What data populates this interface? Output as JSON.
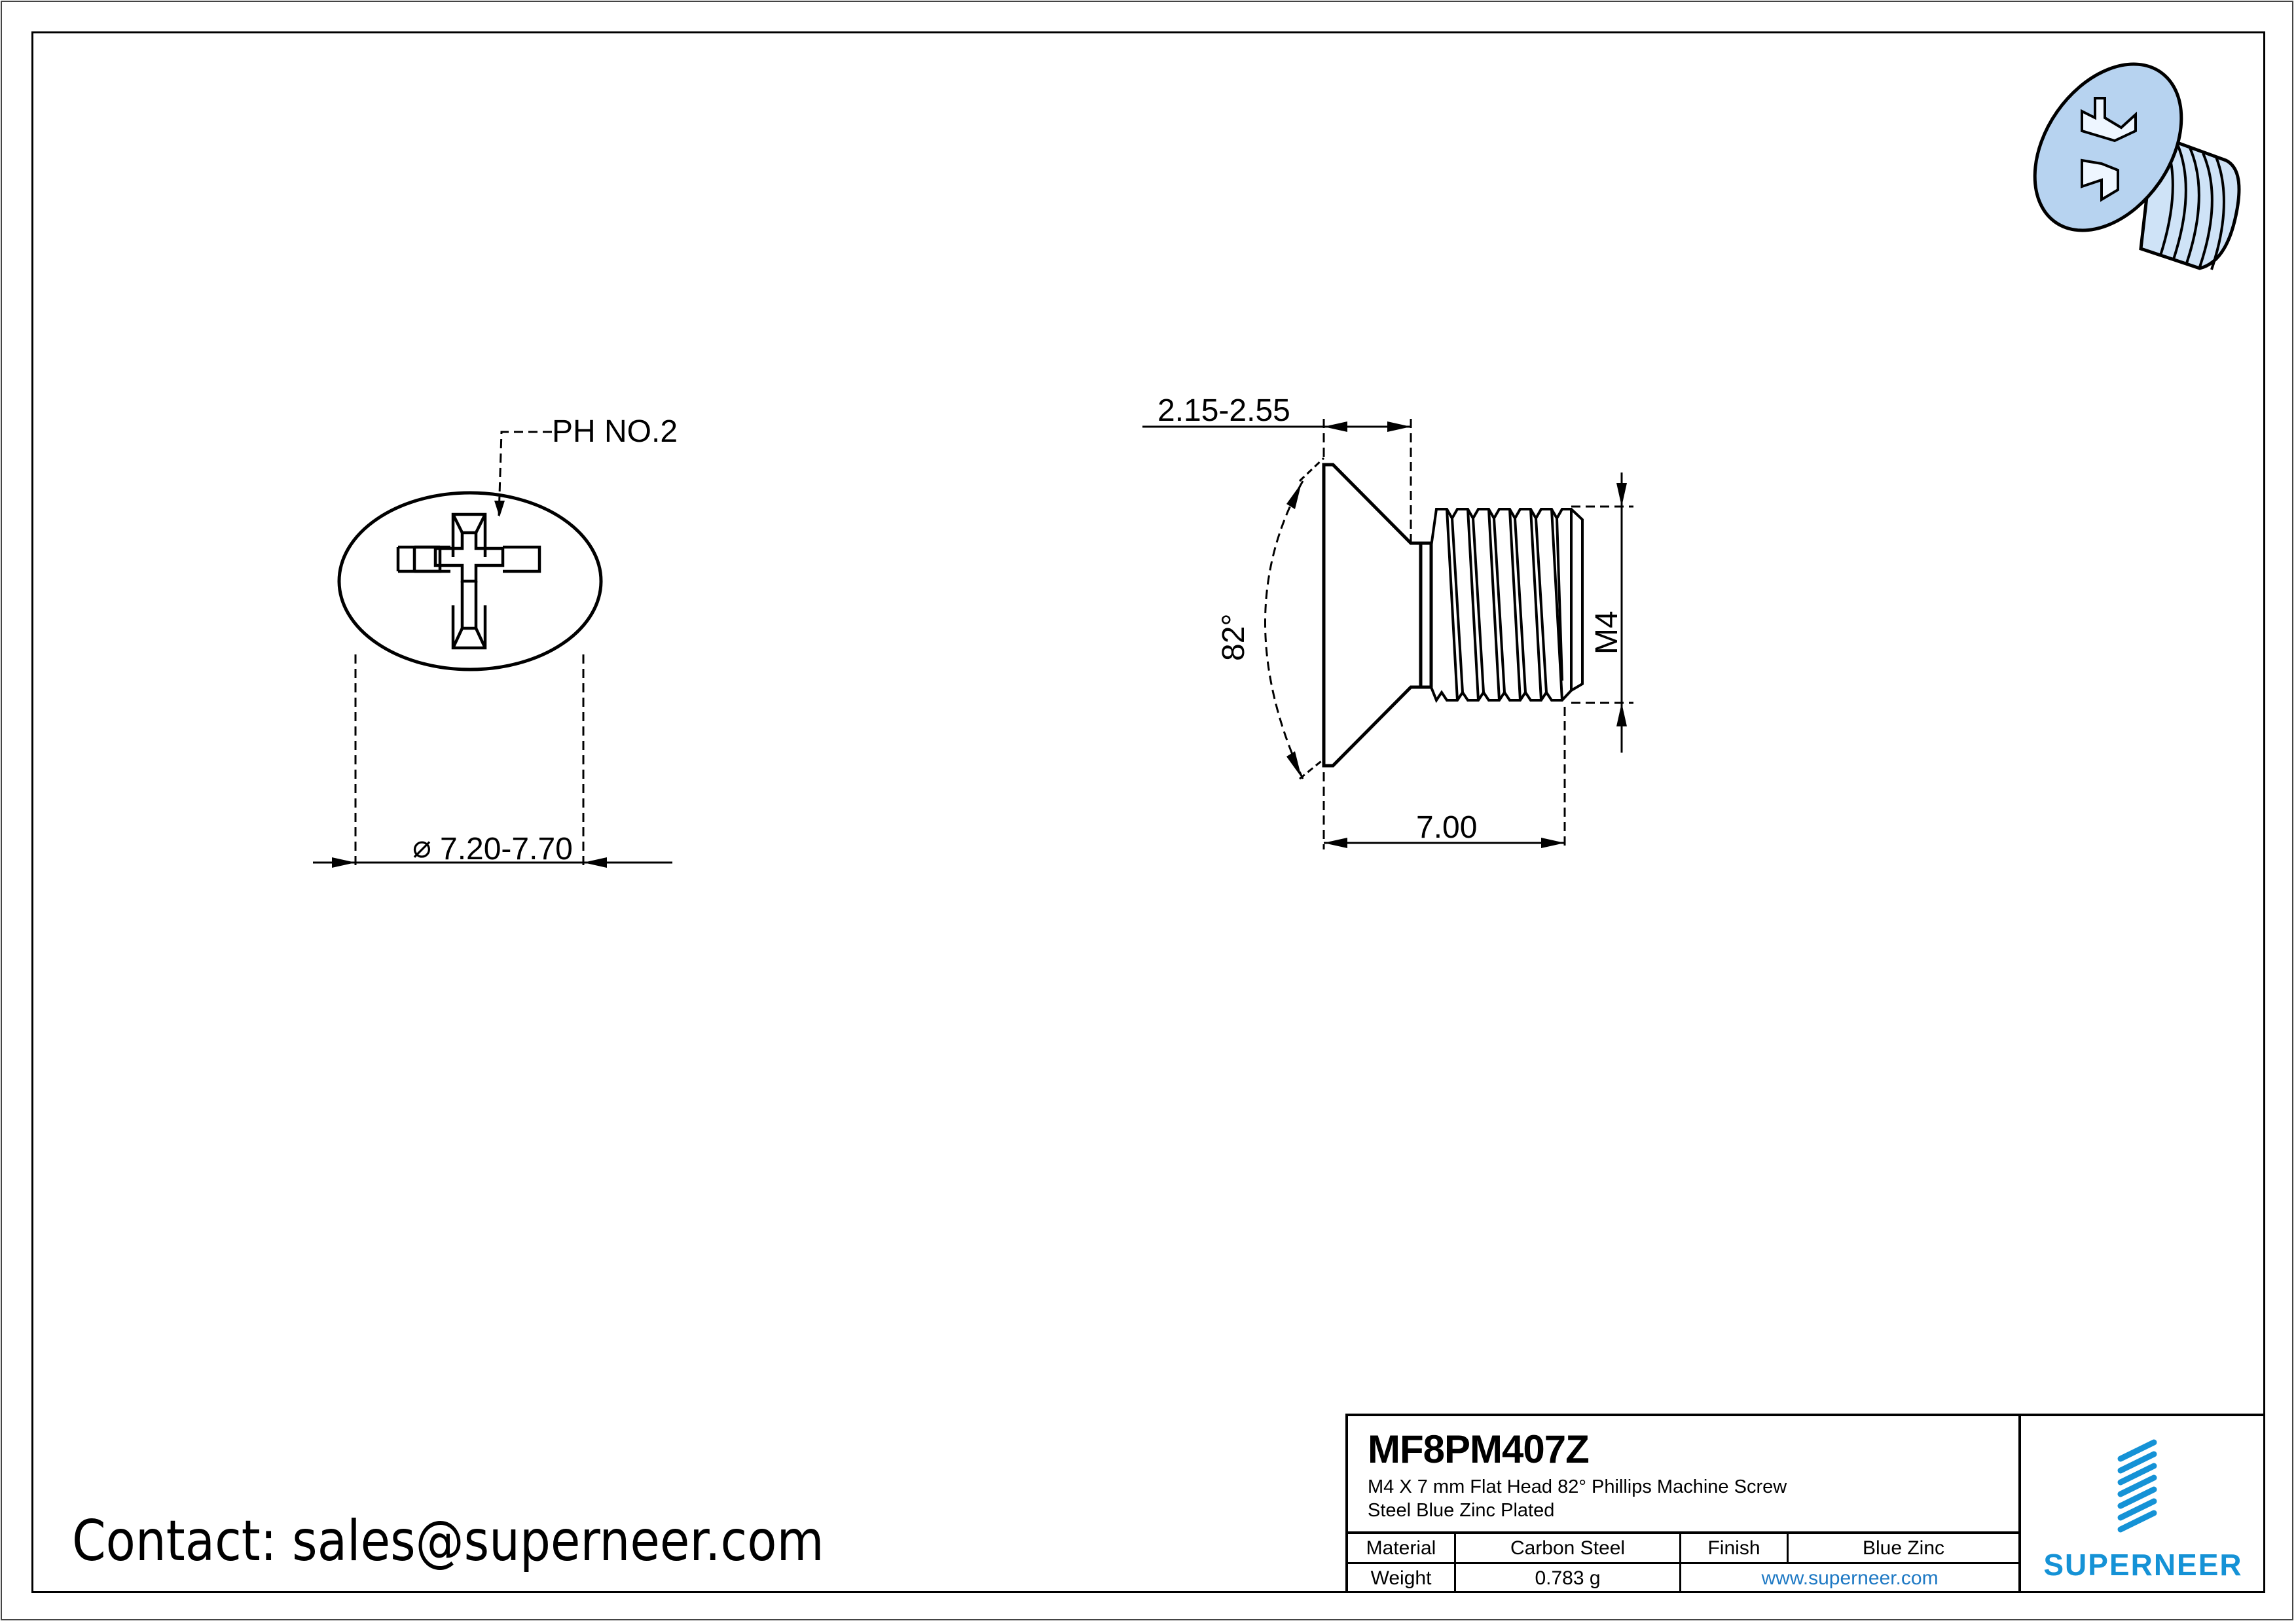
{
  "title_block": {
    "part_number": "MF8PM407Z",
    "description_line1": "M4 X 7 mm  Flat Head 82° Phillips Machine Screw",
    "description_line2": "Steel Blue Zinc Plated",
    "material_label": "Material",
    "material_value": "Carbon Steel",
    "finish_label": "Finish",
    "finish_value": "Blue Zinc",
    "weight_label": "Weight",
    "weight_value": "0.783 g",
    "website": "www.superneer.com",
    "brand_name": "SUPERNEER",
    "brand_color": "#1592d6"
  },
  "contact": {
    "text": "Contact: sales@superneer.com"
  },
  "front_view": {
    "drive_label": "PH NO.2",
    "diameter_label": "7.20-7.70",
    "diameter_symbol": "⌀"
  },
  "side_view": {
    "head_height_label": "2.15-2.55",
    "angle_label": "82°",
    "thread_label": "M4",
    "length_label": "7.00"
  },
  "iso_view": {
    "fill_color": "#b7d3f0"
  }
}
